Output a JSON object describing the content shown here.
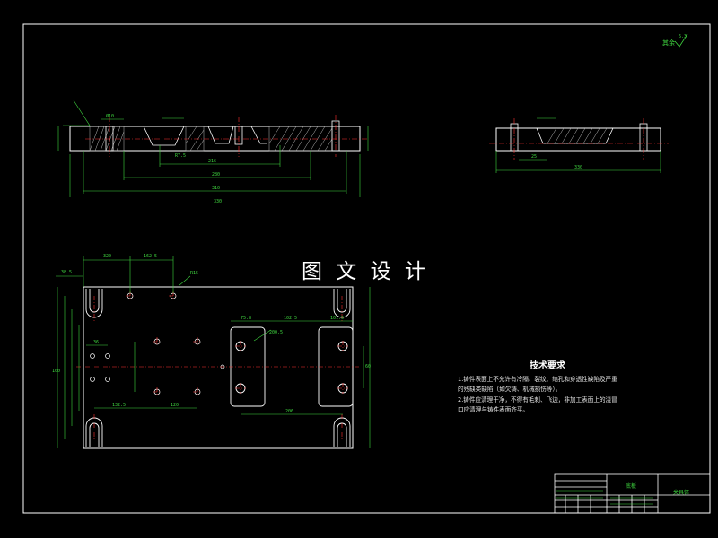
{
  "watermark": "图 文 设 计",
  "roughness_note": "其余",
  "roughness_value": "6.3",
  "tech_requirements": {
    "title": "技术要求",
    "lines": [
      "1.铸件表面上不允许有冷隔、裂纹、缩孔和穿透性缺陷及严重",
      "的残缺类缺陷（如欠铸、机械损伤等）。",
      "2.铸件应清理干净，不得有毛刺、飞边，非加工表面上的浇冒",
      "口应清理与铸件表面齐平。"
    ]
  },
  "title_block": {
    "part_name": "底板",
    "drawing_label": "夹具体"
  },
  "top_view_dims": {
    "dim1": "216",
    "dim2": "280",
    "dim3": "310",
    "dim4": "330",
    "dim5": "R7.5",
    "dim6": "Ø10"
  },
  "side_view_dims": {
    "dim1": "330",
    "dim2": "25"
  },
  "plan_view_dims": {
    "d1": "320",
    "d2": "162.5",
    "d3": "38.5",
    "d4": "R15",
    "d5": "75.8",
    "d6": "102.5",
    "d7": "101.5",
    "d8": "36",
    "d9": "132.5",
    "d10": "120",
    "d11": "206",
    "d12": "200.5",
    "d13": "60",
    "d14": "100"
  },
  "colors": {
    "frame": "#ffffff",
    "outline": "#ffffff",
    "dimension": "#3fd63f",
    "centerline": "#ff3030",
    "hatch": "#bbbbbb",
    "body": "#ffffff"
  }
}
